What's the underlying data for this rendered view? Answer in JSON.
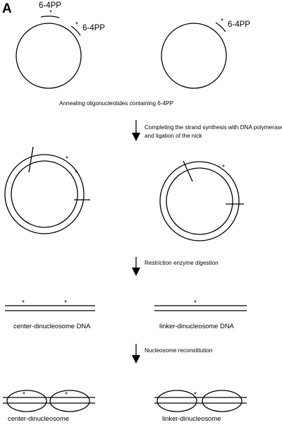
{
  "panel_label": "A",
  "adduct_label": "6-4PP",
  "lesion_mark": "*",
  "step1_caption": "Annealing oligonucleotides containing 6-4PP",
  "step2_caption_line1": "Completing the strand synthesis with DNA polymerase",
  "step2_caption_line2": "and ligation of the nick",
  "step3_caption": "Restriction enzyme digestion",
  "step4_caption": "Nucleosome reconstitution",
  "dna_left_label": "center-dinucleosome DNA",
  "dna_right_label": "linker-dinucleosome DNA",
  "nuc_left_label": "center-dinucleosome",
  "nuc_right_label": "linker-dinucleosome"
}
